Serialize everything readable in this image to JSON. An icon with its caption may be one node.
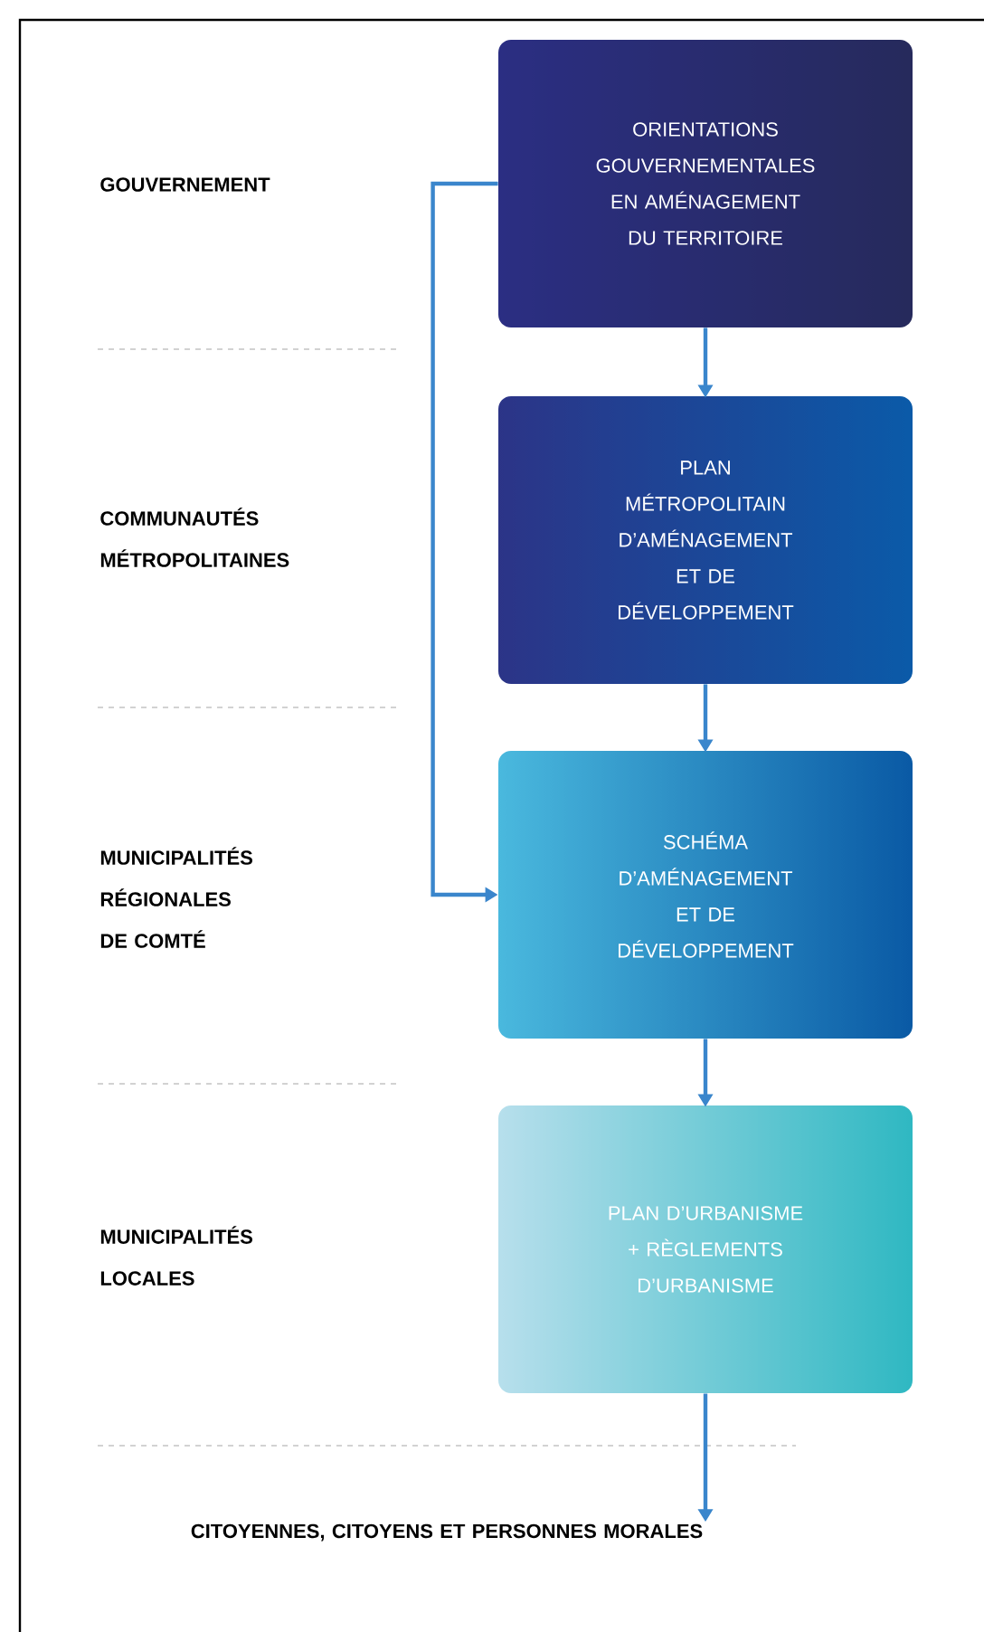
{
  "diagram": {
    "nodes": [
      {
        "text": [
          "ORIENTATIONS GOUVERNEMENTALES EN AMÉNAGEMENT DU TERRITOIRE"
        ]
      },
      {
        "text": [
          "PLAN MÉTROPOLITAIN D’AMÉNAGEMENT ET DE DÉVELOPPEMENT"
        ]
      },
      {
        "text": [
          "SCHÉMA D’AMÉNAGEMENT ET DE DÉVELOPPEMENT"
        ]
      },
      {
        "text": [
          "PLAN D’URBANISME + RÈGLEMENTS D’URBANISME"
        ]
      },
      {
        "text": [
          "CITOYENNES, CITOYENS ET PERSONNES MORALES"
        ]
      }
    ],
    "edges": [
      {
        "from": 0,
        "to": 1,
        "arrow": "to"
      },
      {
        "from": 1,
        "to": 2,
        "arrow": "to"
      },
      {
        "from": 2,
        "to": 3,
        "arrow": "to"
      },
      {
        "from": 3,
        "to": 4,
        "arrow": "to"
      },
      {
        "from": 0,
        "to": 2,
        "arrow": "to"
      }
    ],
    "labels": [
      "GOUVERNEMENT",
      "COMMUNAUTÉS MÉTROPOLITAINES",
      "MUNICIPALITÉS RÉGIONALES DE COMTÉ",
      "MUNICIPALITÉS LOCALES"
    ]
  }
}
